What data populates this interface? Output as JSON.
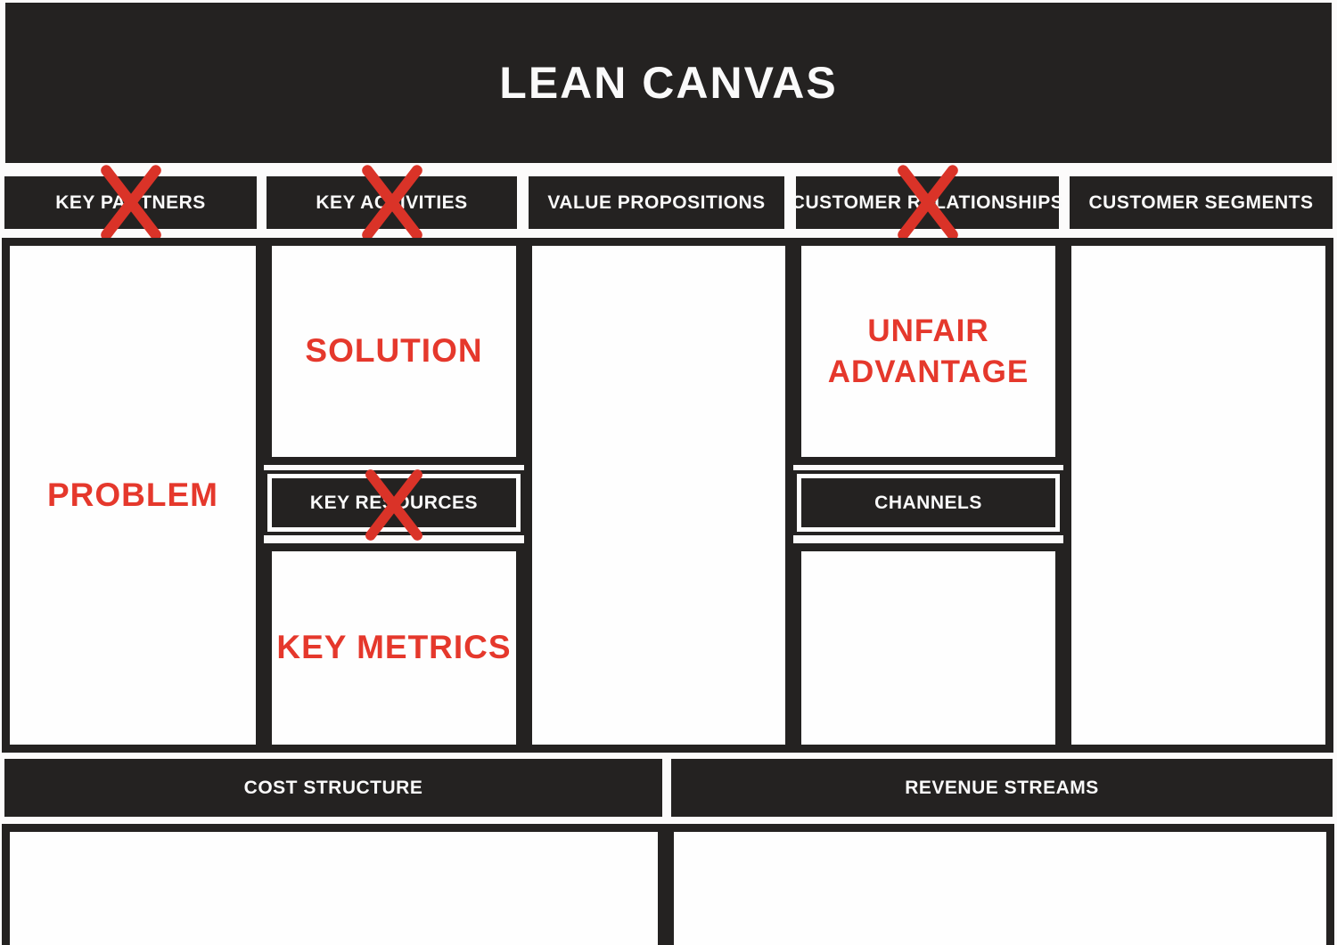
{
  "title": "LEAN CANVAS",
  "colors": {
    "dark": "#242221",
    "red_label": "#e5382c",
    "red_x": "#da3328",
    "box_bg": "#fefefe",
    "page_bg": "#fcfbfb"
  },
  "header_sections": [
    {
      "label": "KEY PARTNERS",
      "crossed_out": true
    },
    {
      "label": "KEY ACTIVITIES",
      "crossed_out": true
    },
    {
      "label": "VALUE PROPOSITIONS",
      "crossed_out": false
    },
    {
      "label": "CUSTOMER RELATIONSHIPS",
      "crossed_out": true
    },
    {
      "label": "CUSTOMER SEGMENTS",
      "crossed_out": false
    }
  ],
  "cells": {
    "problem": {
      "label": "PROBLEM"
    },
    "solution": {
      "label": "SOLUTION"
    },
    "key_resources": {
      "label": "KEY RESOURCES",
      "crossed_out": true
    },
    "key_metrics": {
      "label": "KEY METRICS"
    },
    "unfair_advantage": {
      "label": "UNFAIR\nADVANTAGE"
    },
    "channels": {
      "label": "CHANNELS",
      "crossed_out": false
    }
  },
  "bottom_sections": [
    {
      "label": "COST STRUCTURE"
    },
    {
      "label": "REVENUE STREAMS"
    }
  ]
}
